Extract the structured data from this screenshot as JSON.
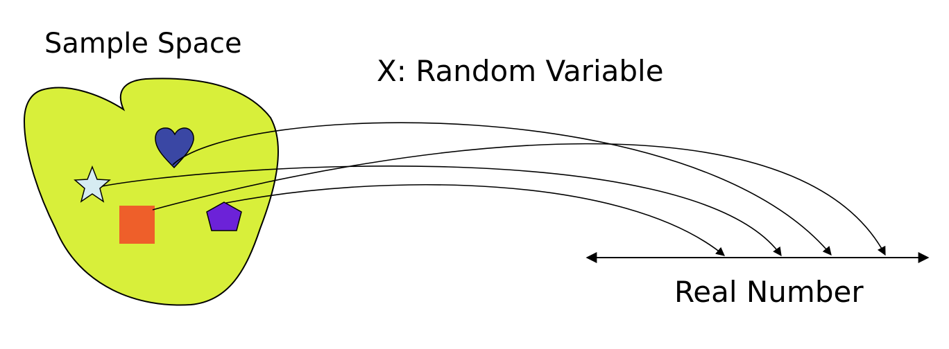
{
  "labels": {
    "sample_space": "Sample Space",
    "random_variable": "X: Random Variable",
    "real_number": "Real Number"
  },
  "colors": {
    "sample_space_fill": "#d8ef3a",
    "heart": "#3a47a4",
    "star": "#d6ecf2",
    "square": "#ee5f2a",
    "pentagon": "#6c22d8",
    "stroke": "#000000"
  },
  "outcomes": [
    {
      "name": "heart",
      "icon": "heart-icon"
    },
    {
      "name": "star",
      "icon": "star-icon"
    },
    {
      "name": "square",
      "icon": "square-icon"
    },
    {
      "name": "pentagon",
      "icon": "pentagon-icon"
    }
  ]
}
